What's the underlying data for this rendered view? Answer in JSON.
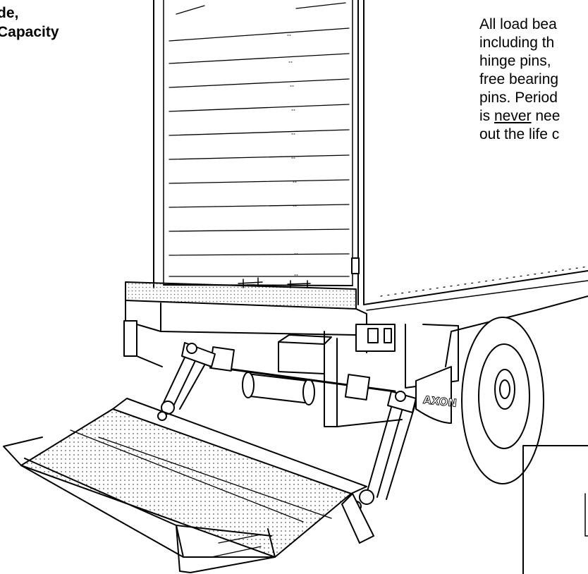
{
  "heading": {
    "line1": "de,",
    "line2": "Capacity"
  },
  "body_text": {
    "line1": "All load bea",
    "line2": "including th",
    "line3": "hinge pins,",
    "line4": "free bearing",
    "line5": "pins. Period",
    "line6_underlined": "never",
    "line6_prefix": "is ",
    "line6_suffix": " nee",
    "line7": "out the life c"
  },
  "illustration": {
    "brand_label": "AXON",
    "colors": {
      "line": "#000000",
      "background": "#ffffff",
      "dot": "#555555"
    }
  }
}
